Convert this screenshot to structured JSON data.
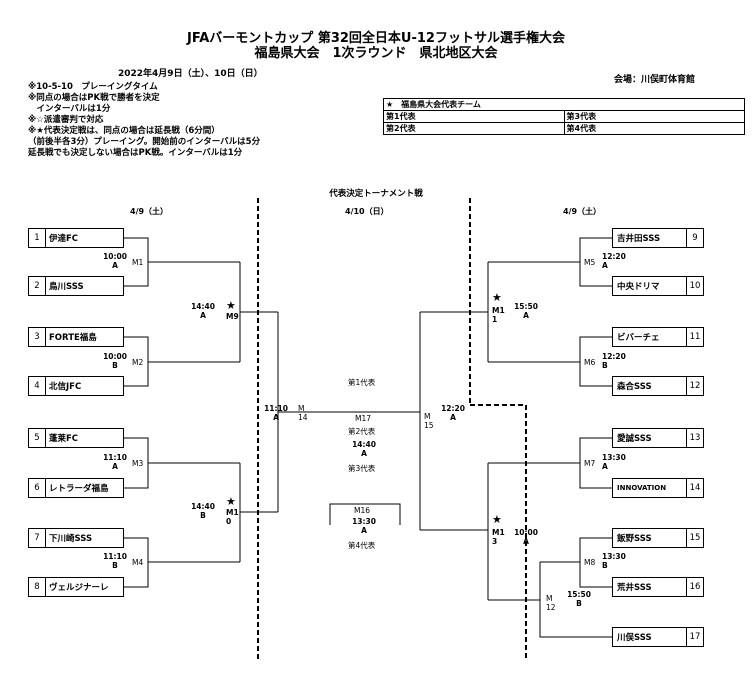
{
  "header": {
    "title1": "JFAバーモントカップ 第32回全日本U-12フットサル選手権大会",
    "title2": "福島県大会　1次ラウンド　県北地区大会",
    "date": "2022年4月9日（土）、10日（日）",
    "venue": "会場：川俣町体育館"
  },
  "notes": [
    "※10-5-10　プレーイングタイム",
    "※同点の場合はPK戦で勝者を決定",
    "　インターバルは1分",
    "※☆派遣審判で対応",
    "※★代表決定戦は、同点の場合は延長戦（6分間）",
    "（前後半各3分）プレーイング。開始前のインターバルは5分",
    "延長戦でも決定しない場合はPK戦。インターバルは1分"
  ],
  "rep_table": {
    "header": "★　福島県大会代表チーム",
    "rows": [
      [
        "第1代表",
        "第3代表"
      ],
      [
        "第2代表",
        "第4代表"
      ]
    ]
  },
  "bracket": {
    "title": "代表決定トーナメント戦",
    "day_left": "4/9（土）",
    "day_center": "4/10（日）",
    "day_right": "4/9（土）",
    "teams": [
      {
        "num": "1",
        "name": "伊達FC"
      },
      {
        "num": "2",
        "name": "鳥川SSS"
      },
      {
        "num": "3",
        "name": "FORTE福島"
      },
      {
        "num": "4",
        "name": "北信JFC"
      },
      {
        "num": "5",
        "name": "蓬莱FC"
      },
      {
        "num": "6",
        "name": "レトラーダ福島"
      },
      {
        "num": "7",
        "name": "下川崎SSS"
      },
      {
        "num": "8",
        "name": "ヴェルジナーレ"
      },
      {
        "num": "9",
        "name": "吉井田SSS"
      },
      {
        "num": "10",
        "name": "中央ドリマ"
      },
      {
        "num": "11",
        "name": "ビバーチェ"
      },
      {
        "num": "12",
        "name": "森合SSS"
      },
      {
        "num": "13",
        "name": "愛誠SSS"
      },
      {
        "num": "14",
        "name": "INNOVATION"
      },
      {
        "num": "15",
        "name": "飯野SSS"
      },
      {
        "num": "16",
        "name": "荒井SSS"
      },
      {
        "num": "17",
        "name": "川俣SSS"
      }
    ],
    "matches": {
      "m1": {
        "label": "M1",
        "time": "10:00",
        "court": "A"
      },
      "m2": {
        "label": "M2",
        "time": "10:00",
        "court": "B"
      },
      "m3": {
        "label": "M3",
        "time": "11:10",
        "court": "A"
      },
      "m4": {
        "label": "M4",
        "time": "11:10",
        "court": "B"
      },
      "m5": {
        "label": "M5",
        "time": "12:20",
        "court": "A"
      },
      "m6": {
        "label": "M6",
        "time": "12:20",
        "court": "B"
      },
      "m7": {
        "label": "M7",
        "time": "13:30",
        "court": "A"
      },
      "m8": {
        "label": "M8",
        "time": "13:30",
        "court": "B"
      },
      "m9": {
        "label": "M9",
        "time": "14:40",
        "court": "A"
      },
      "m10": {
        "label": "M1\n0",
        "time": "14:40",
        "court": "B"
      },
      "m11": {
        "label": "M1\n1",
        "time": "15:50",
        "court": "A"
      },
      "m13": {
        "label": "M1\n3",
        "time": "10:00",
        "court": "A"
      },
      "m12": {
        "label": "M\n12",
        "time": "15:50",
        "court": "B"
      },
      "m14": {
        "label": "M\n14",
        "time": "11:10",
        "court": "A"
      },
      "m15": {
        "label": "M\n15",
        "time": "12:20",
        "court": "A"
      },
      "m17": {
        "label": "M17",
        "time": "14:40",
        "court": "A"
      },
      "m16": {
        "label": "M16",
        "time": "13:30",
        "court": "A"
      }
    },
    "rep1": "第1代表",
    "rep2": "第2代表",
    "rep3": "第3代表",
    "rep4": "第4代表",
    "star": "★"
  }
}
